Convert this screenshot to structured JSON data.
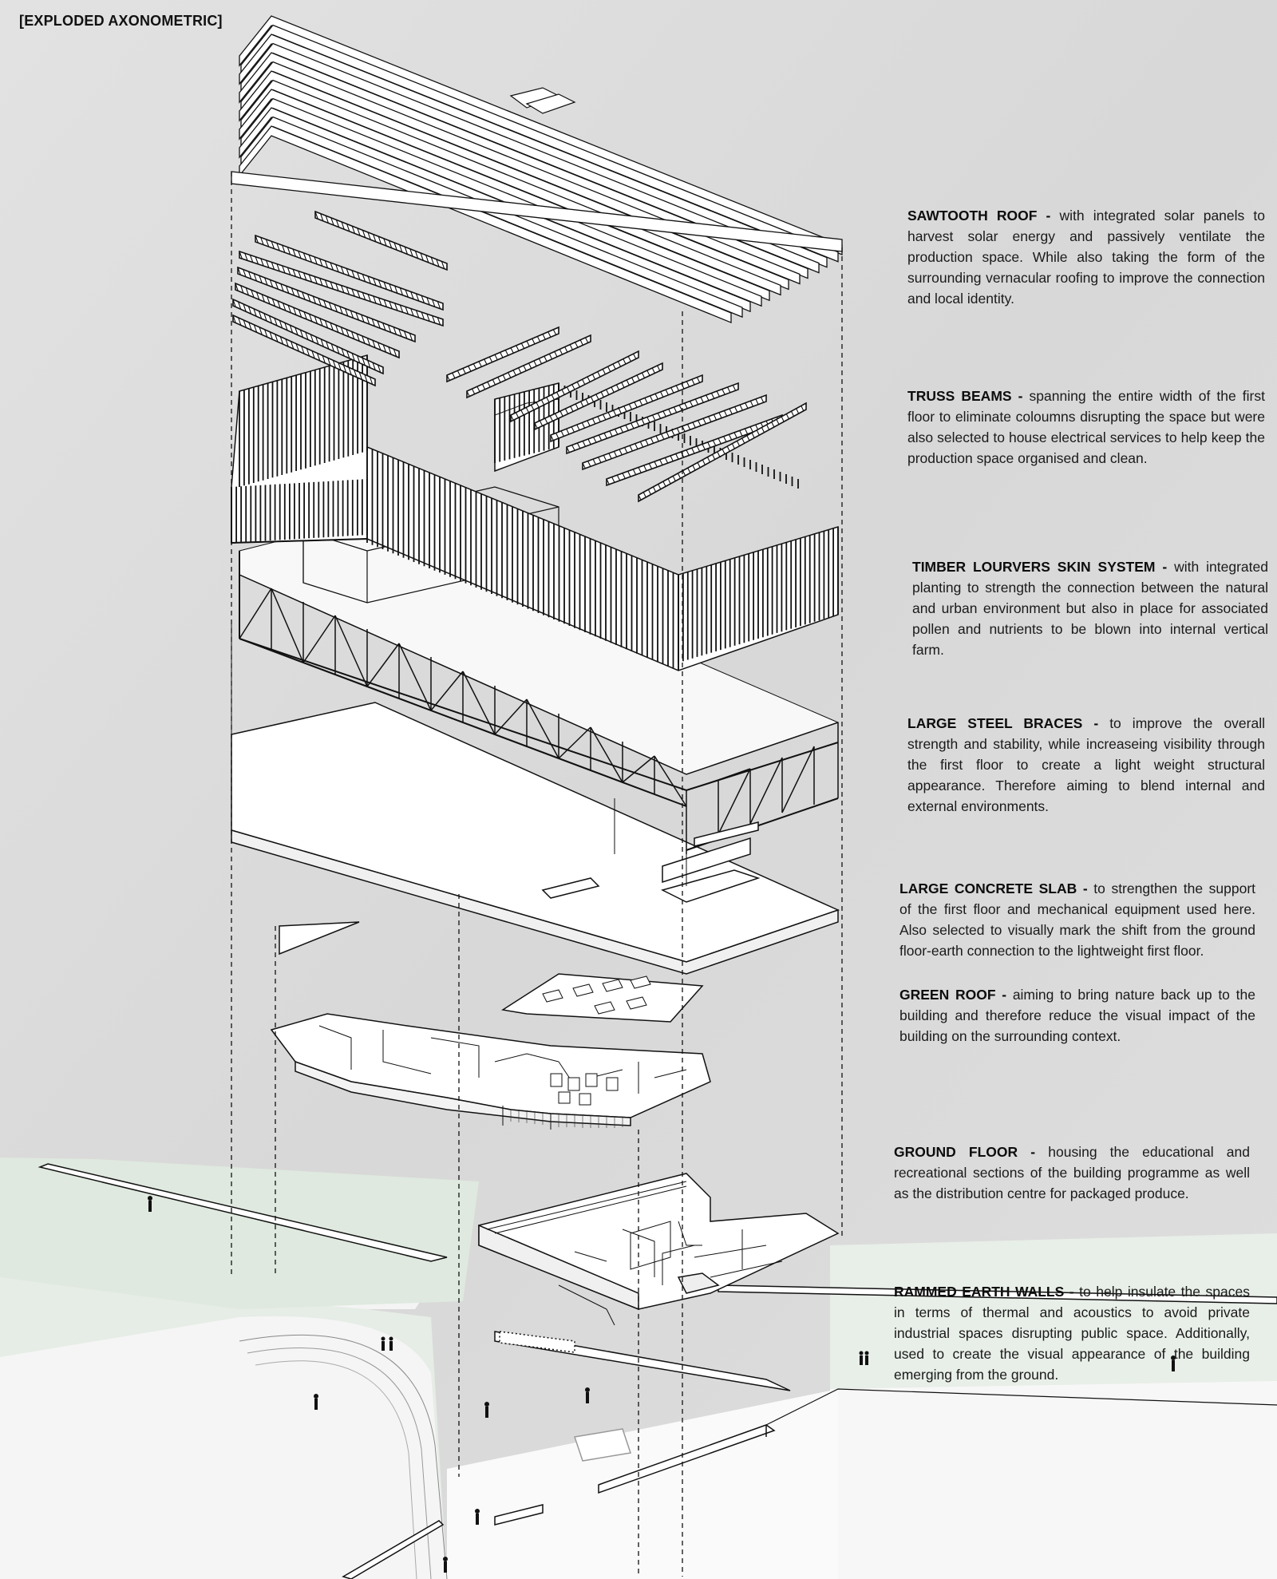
{
  "title": "[EXPLODED AXONOMETRIC]",
  "annotations": [
    {
      "heading": "SAWTOOTH ROOF -",
      "text": "with integrated solar panels to harvest solar energy and passively ventilate the production space. While also taking the form of the surrounding vernacular roofing to improve the connection and local identity."
    },
    {
      "heading": "TRUSS BEAMS -",
      "text": "spanning the entire width of the first floor to eliminate coloumns disrupting the space but were also selected to house electrical services to help keep the production space organised and clean."
    },
    {
      "heading": "TIMBER LOURVERS SKIN SYSTEM -",
      "text": "with integrated planting to strength the connection between the natural and urban environment but also in place for associated pollen and nutrients to be blown into internal vertical farm."
    },
    {
      "heading": "LARGE STEEL BRACES -",
      "text": "to improve the overall strength and stability, while increaseing visibility through the first floor to create a light weight structural appearance. Therefore aiming to blend internal and external environments."
    },
    {
      "heading": "LARGE CONCRETE SLAB -",
      "text": "to strengthen the support of the first floor and mechanical equipment used here. Also selected to visually mark the shift from the ground floor-earth connection to the lightweight first floor."
    },
    {
      "heading": "GREEN ROOF -",
      "text": "aiming to bring nature back up to the building and therefore reduce the visual impact of the building on the surrounding context."
    },
    {
      "heading": "GROUND FLOOR -",
      "text": "housing the educational and recreational sections of the building programme as well as the distribution centre for packaged produce."
    },
    {
      "heading": "RAMMED EARTH WALLS -",
      "text": "to help insulate the spaces in terms of thermal and acoustics to avoid private industrial spaces disrupting public space. Additionally, used to create the visual appearance of the building emerging from the ground."
    }
  ],
  "colors": {
    "background": "#dcdcdc",
    "line": "#111111",
    "green_site": "#dce8dc",
    "panel": "#ffffff"
  }
}
